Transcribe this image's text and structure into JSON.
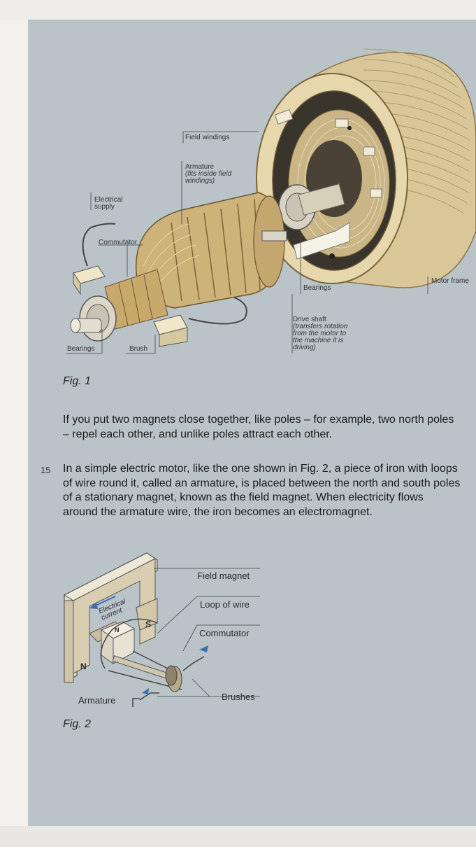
{
  "figure1": {
    "labels": {
      "field_windings": "Field windings",
      "armature": "Armature",
      "armature_note_1": "(fits inside field",
      "armature_note_2": "windings)",
      "electrical_supply_1": "Electrical",
      "electrical_supply_2": "supply",
      "commutator": "Commutator",
      "bearings_right": "Bearings",
      "motor_frame": "Motor frame",
      "drive_shaft": "Drive shaft",
      "drive_shaft_note_1": "(transfers rotation",
      "drive_shaft_note_2": "from the motor to",
      "drive_shaft_note_3": "the machine it is",
      "drive_shaft_note_4": "driving)",
      "bearings_left": "Bearings",
      "brush": "Brush"
    },
    "caption": "Fig. 1"
  },
  "paragraph1": "If you put two magnets close together, like poles – for example, two north poles – repel each other, and unlike poles attract each other.",
  "paragraph2": {
    "number": "15",
    "text": "In a simple electric motor, like the one shown in Fig. 2, a piece of iron with loops of wire round it, called an armature, is placed between the north and south poles of a stationary magnet, known as the field magnet. When electricity flows around the armature wire, the iron becomes an electromagnet."
  },
  "figure2": {
    "labels": {
      "field_magnet": "Field magnet",
      "loop_of_wire": "Loop of wire",
      "commutator": "Commutator",
      "brushes": "Brushes",
      "armature": "Armature",
      "electrical_current": "Electrical current",
      "north": "N",
      "south": "S",
      "n_small": "N"
    },
    "caption": "Fig. 2"
  }
}
